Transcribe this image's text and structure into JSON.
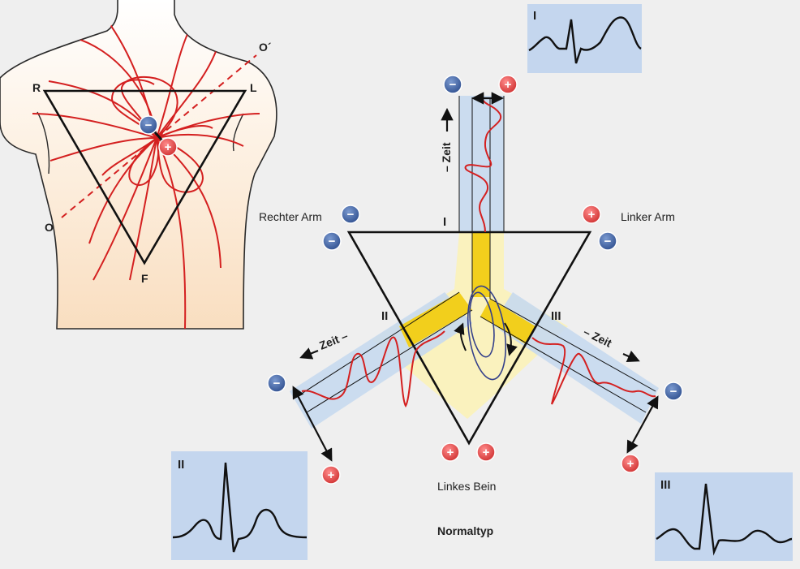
{
  "torso": {
    "label_r": "R",
    "label_l": "L",
    "label_f": "F",
    "label_o": "O",
    "label_o_prime": "O´"
  },
  "labels": {
    "right_arm": "Rechter Arm",
    "left_arm": "Linker Arm",
    "left_leg": "Linkes Bein",
    "axis_type": "Normaltyp",
    "time_label": "Zeit",
    "time_label_top": "– Zeit",
    "time_label_left": "Zeit –",
    "time_label_right": "– Zeit"
  },
  "leads": {
    "lead_1": "I",
    "lead_2": "II",
    "lead_3": "III"
  },
  "ecg_boxes": {
    "box_1_label": "I",
    "box_2_label": "II",
    "box_3_label": "III"
  },
  "polarity": {
    "minus": "−",
    "plus": "+"
  },
  "colors": {
    "background": "#efefef",
    "torso_fill": "#fbe6cf",
    "field_line": "#d42020",
    "electrode_negative": "#3a5f9f",
    "electrode_positive": "#e04848",
    "lead_band": "#c7d9ee",
    "center_band": "#fbf2b8",
    "center_band_dark": "#f2cf1c",
    "ecg_box": "#c4d6ee",
    "ink": "#111111"
  }
}
